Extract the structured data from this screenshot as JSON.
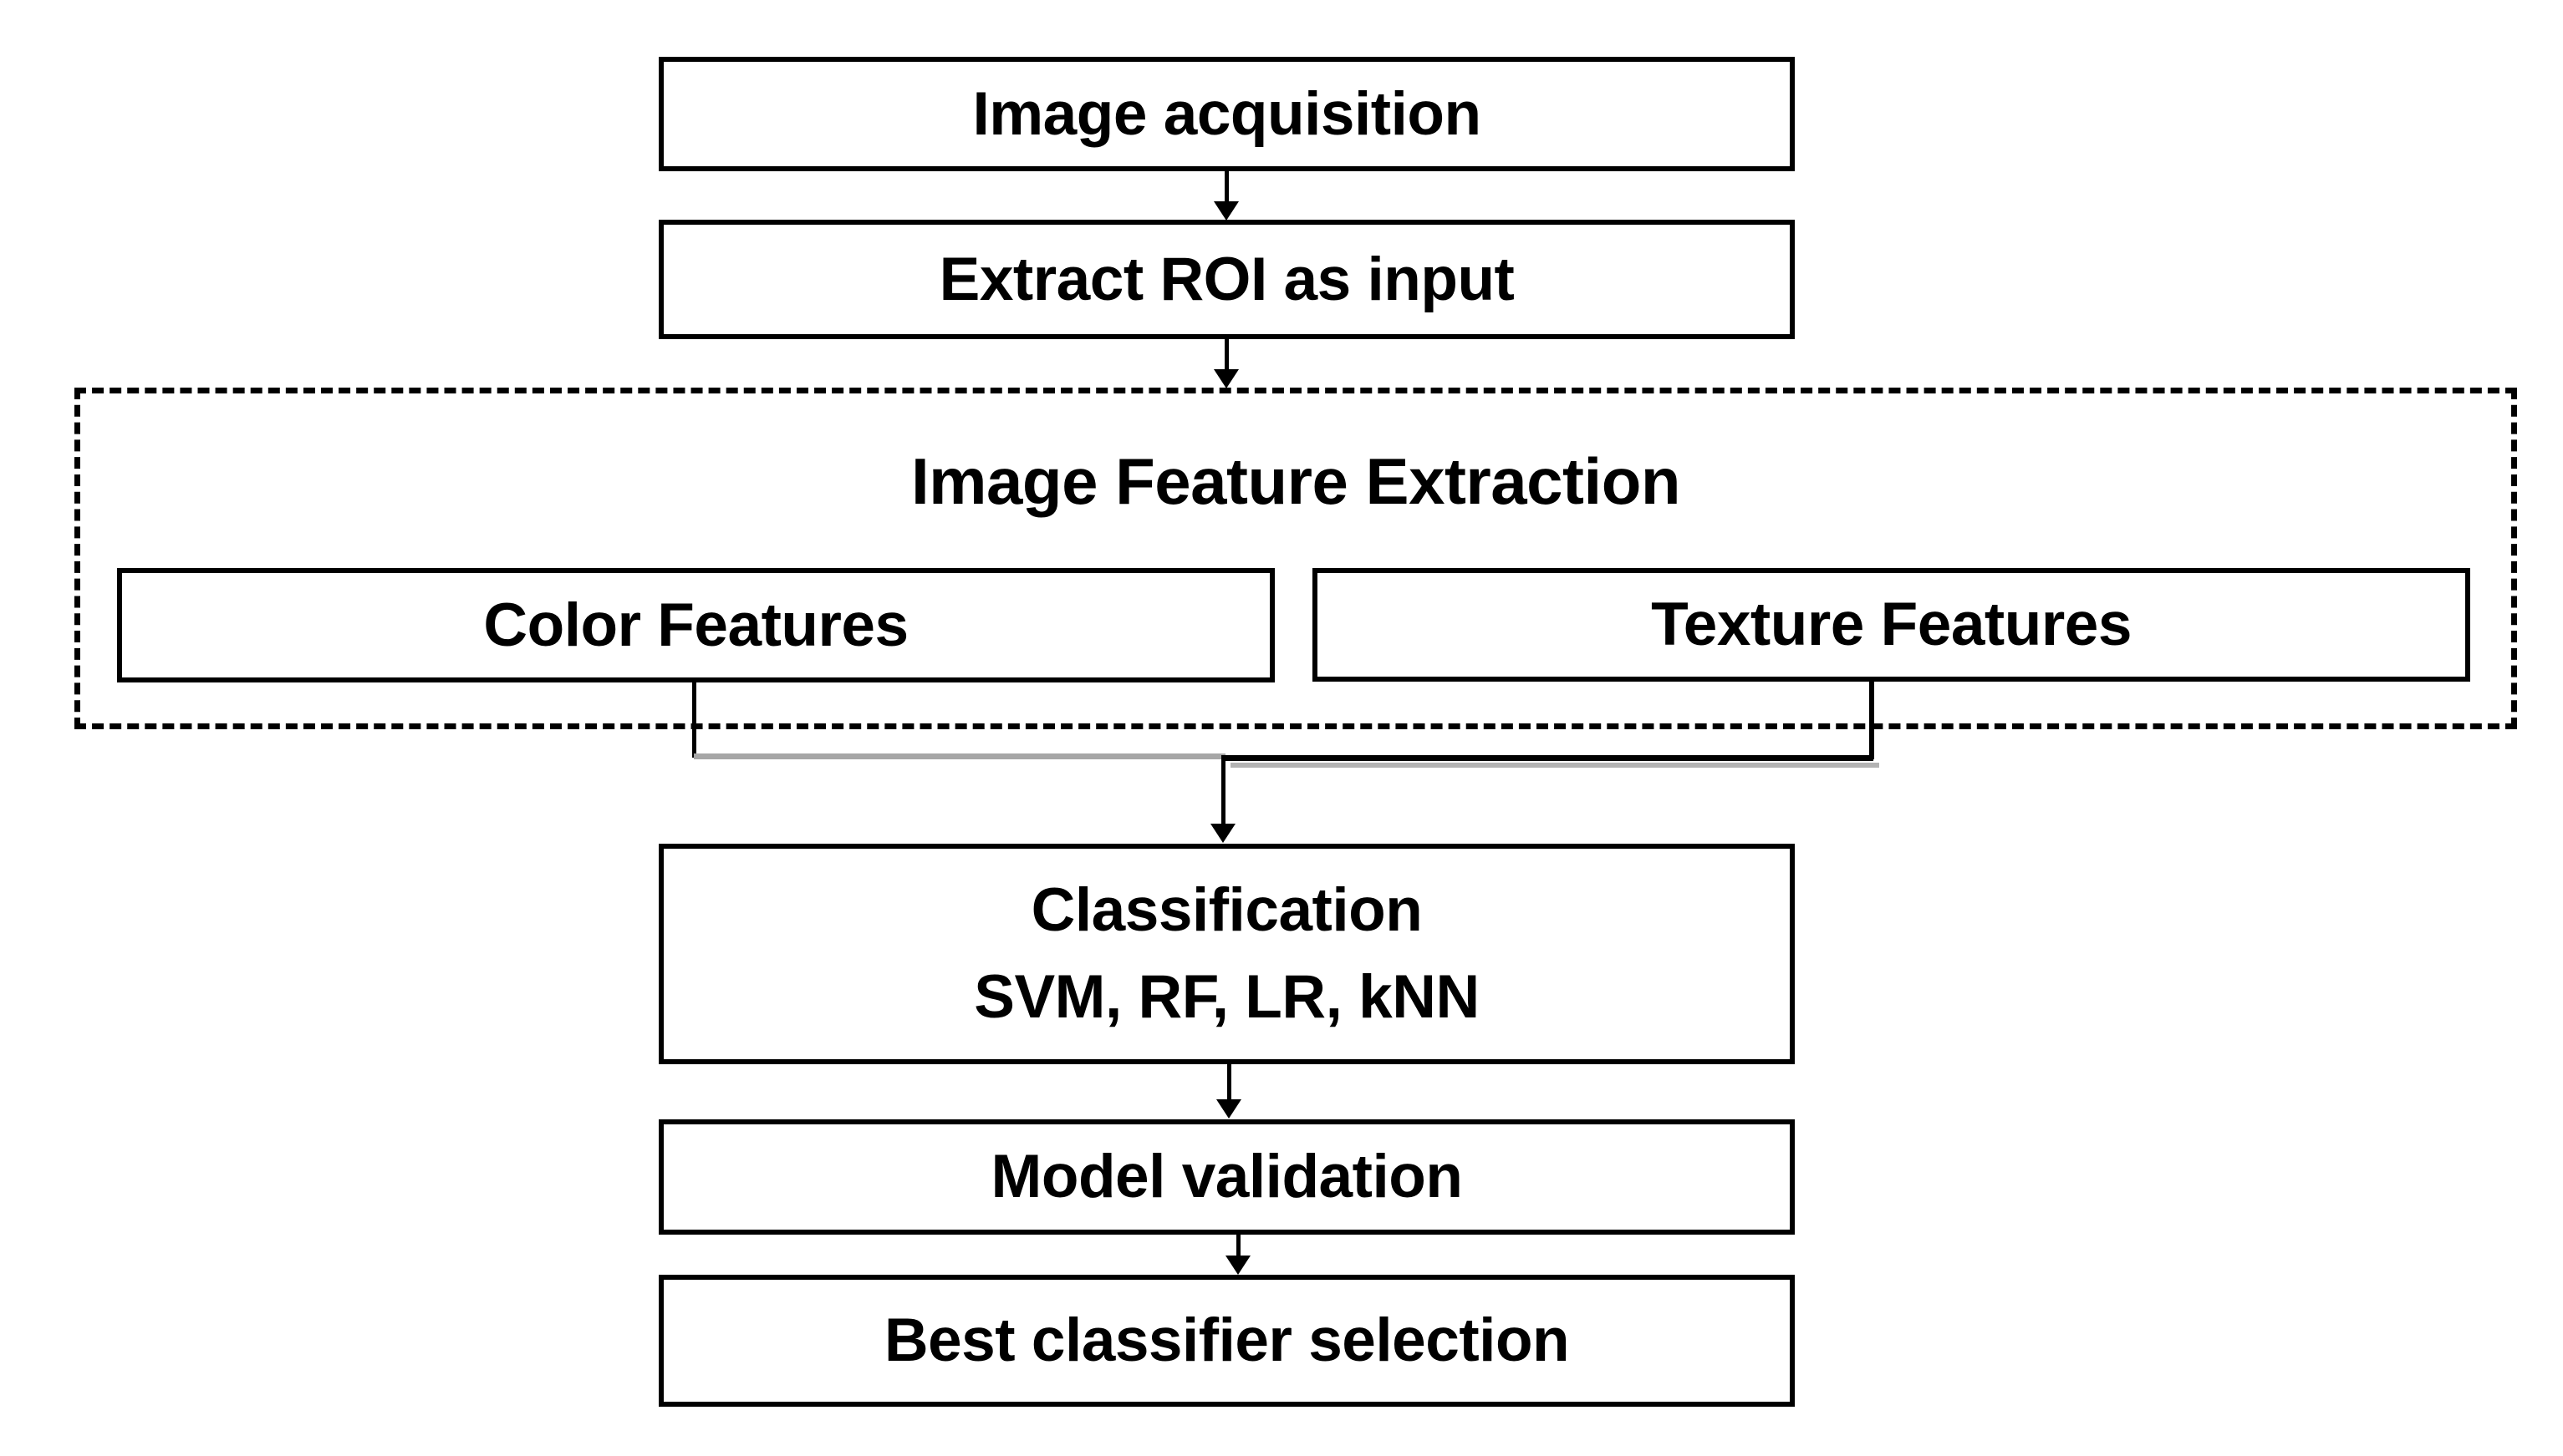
{
  "nodes": {
    "image_acquisition": {
      "label": "Image acquisition"
    },
    "extract_roi": {
      "label": "Extract ROI as input"
    },
    "feature_group": {
      "label": "Image Feature Extraction"
    },
    "color_features": {
      "label": "Color Features"
    },
    "texture_features": {
      "label": "Texture Features"
    },
    "classification": {
      "label": "Classification",
      "sublabel": "SVM, RF, LR, kNN"
    },
    "model_validation": {
      "label": "Model validation"
    },
    "best_classifier": {
      "label": "Best classifier selection"
    }
  },
  "colors": {
    "background": "#ffffff",
    "line": "#000000",
    "gray_connector": "#a6a6a6",
    "gray_shadow": "#b3b3b3"
  },
  "edges": [
    {
      "from": "image_acquisition",
      "to": "extract_roi"
    },
    {
      "from": "extract_roi",
      "to": "feature_group"
    },
    {
      "from": "color_features",
      "to": "classification"
    },
    {
      "from": "texture_features",
      "to": "classification"
    },
    {
      "from": "classification",
      "to": "model_validation"
    },
    {
      "from": "model_validation",
      "to": "best_classifier"
    }
  ]
}
